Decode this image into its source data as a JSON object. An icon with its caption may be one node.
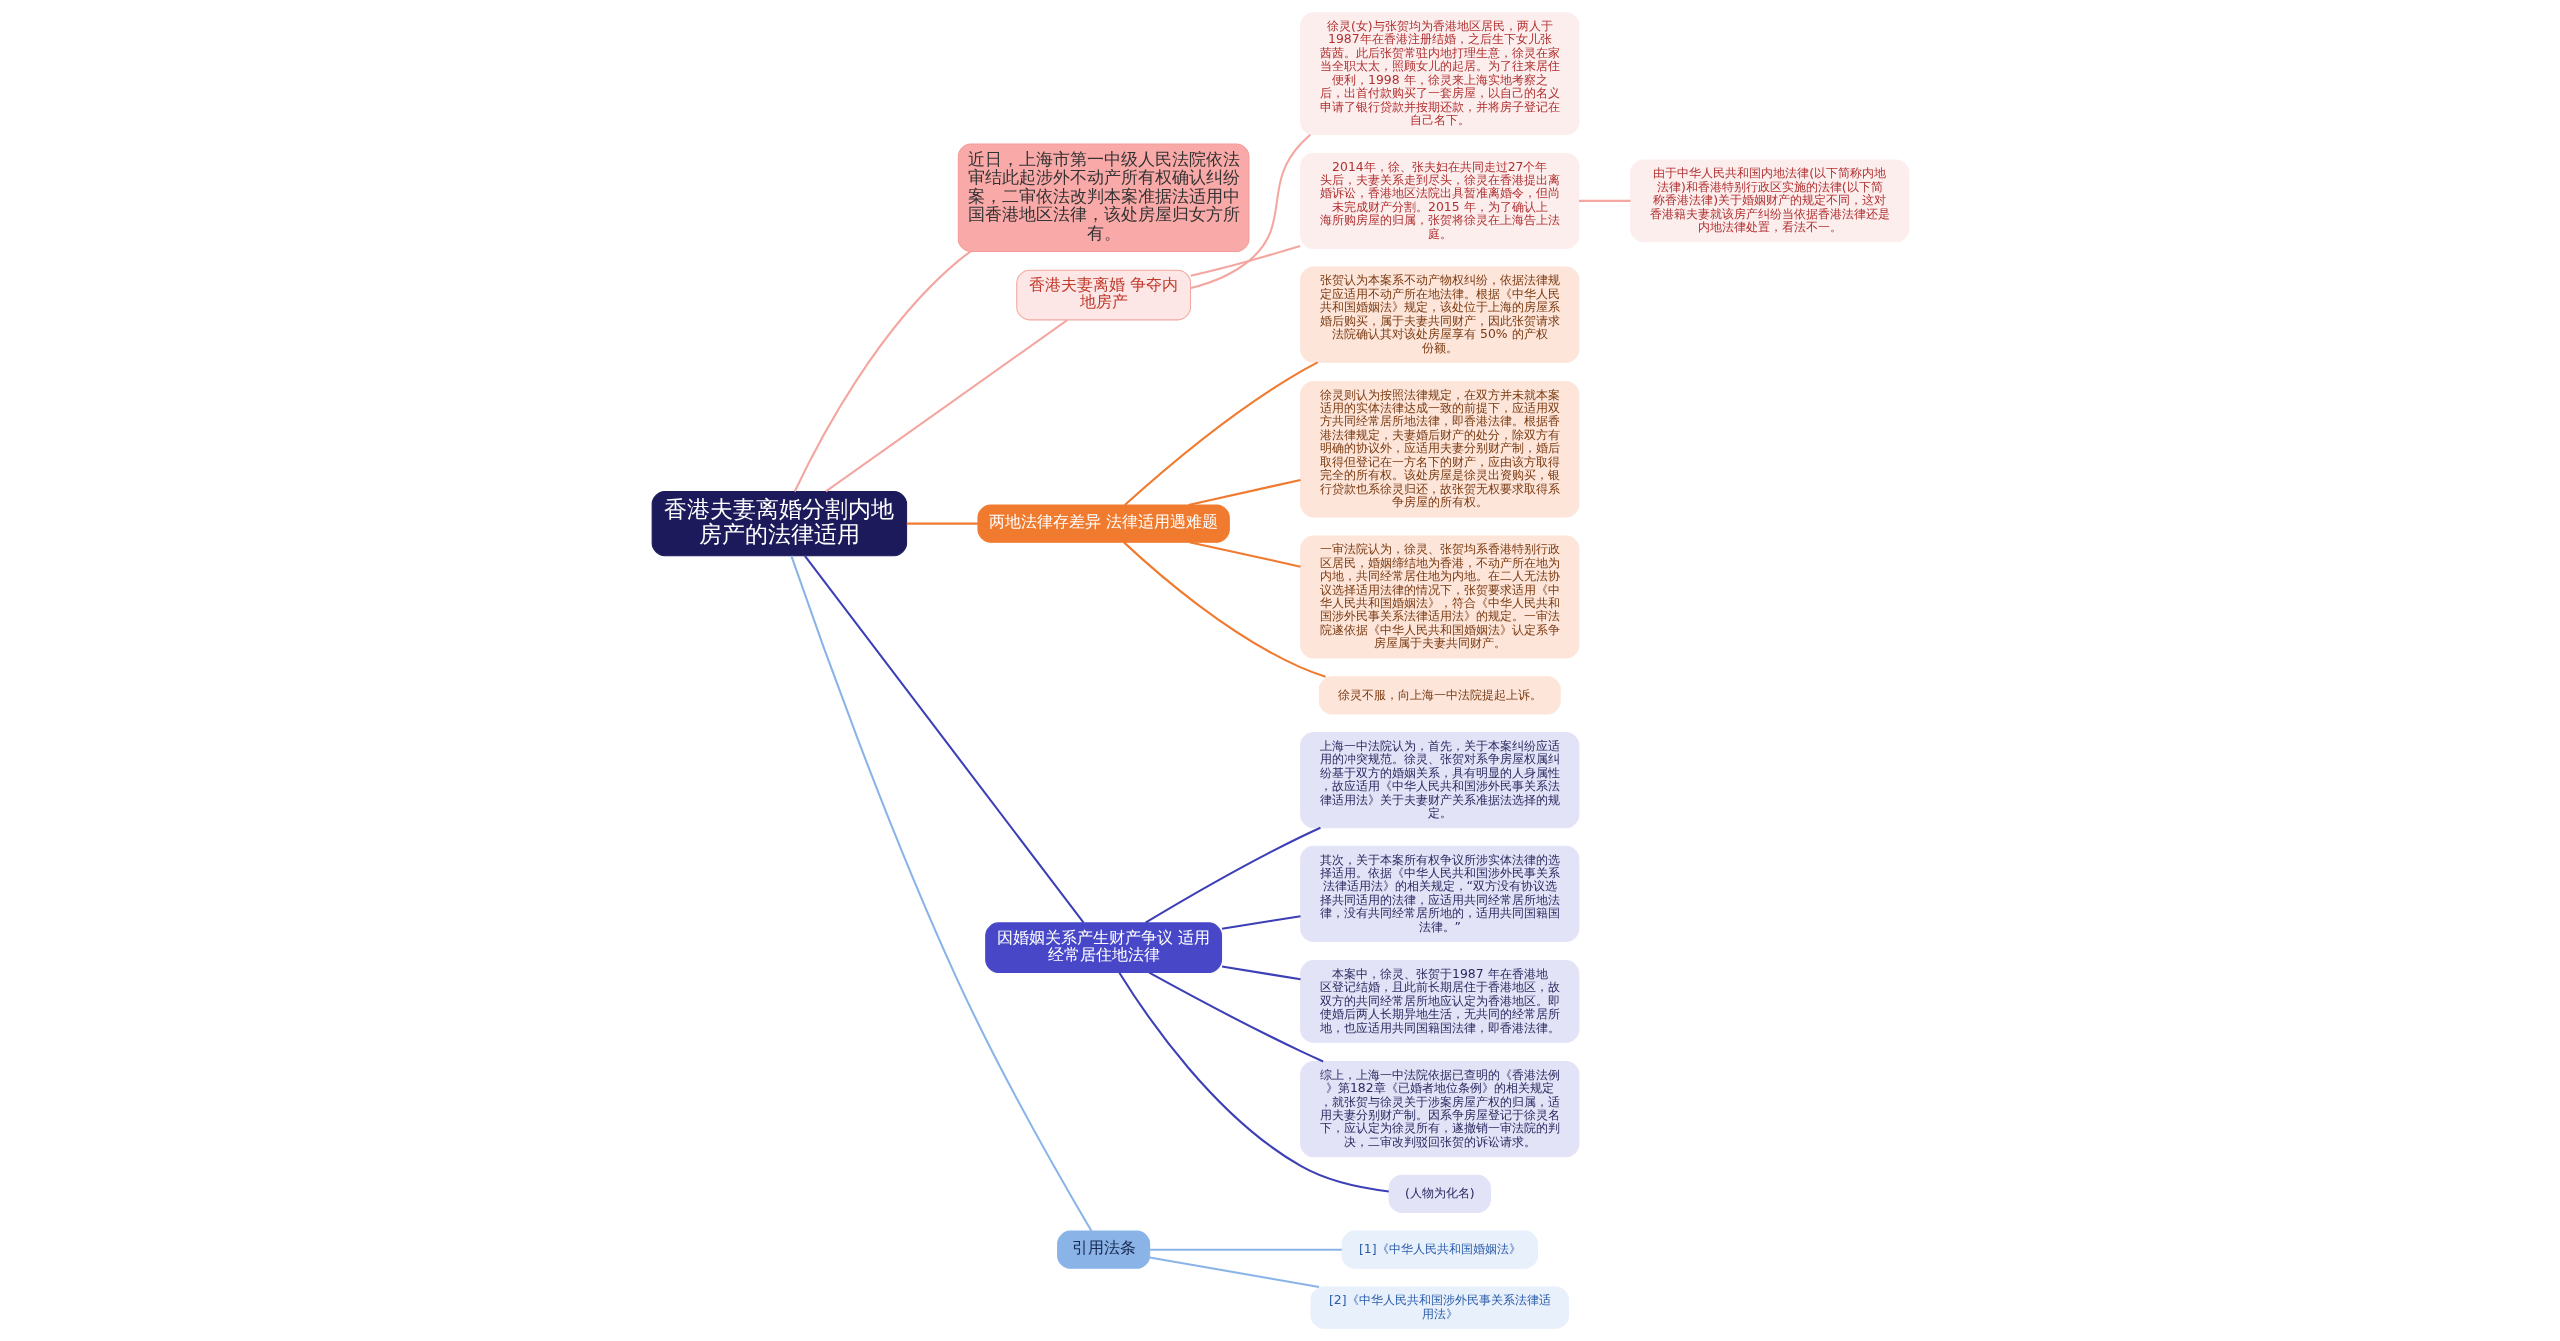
{
  "diagram": {
    "nodes": [
      {
        "text": [
          "香港夫妻离婚分割内地房产的法律适用"
        ]
      },
      {
        "text": [
          "近日，上海市第一中级人民法院依法审结此起涉外不动产所有权确认纠纷案，二审依法改判本案准据法适用中国香港地区法律，该处房屋归女方所有。"
        ]
      },
      {
        "text": [
          "香港夫妻离婚 争夺内地房产"
        ]
      },
      {
        "text": [
          "徐灵(女)与张贺均为香港地区居民，两人于1987年在香港注册结婚，之后生下女儿张茜茜。此后张贺常驻内地打理生意，徐灵在家当全职太太，照顾女儿的起居。为了往来居住便利，1998 年，徐灵来上海实地考察之后，出首付款购买了一套房屋，以自己的名义申请了银行贷款并按期还款，并将房子登记在自己名下。"
        ]
      },
      {
        "text": [
          "2014年，徐、张夫妇在共同走过27个年头后，夫妻关系走到尽头，徐灵在香港提出离婚诉讼，香港地区法院出具暂准离婚令，但尚未完成财产分割。2015 年，为了确认上海所购房屋的归属，张贺将徐灵在上海告上法庭。"
        ]
      },
      {
        "text": [
          "由于中华人民共和国内地法律(以下简称内地法律)和香港特别行政区实施的法律(以下简称香港法律)关于婚姻财产的规定不同，这对香港籍夫妻就该房产纠纷当依据香港法律还是内地法律处置，看法不一。"
        ]
      },
      {
        "text": [
          "两地法律存差异 法律适用遇难题"
        ]
      },
      {
        "text": [
          "张贺认为本案系不动产物权纠纷，依据法律规定应适用不动产所在地法律。根据《中华人民共和国婚姻法》规定，该处位于上海的房屋系婚后购买，属于夫妻共同财产，因此张贺请求法院确认其对该处房屋享有 50% 的产权份额。"
        ]
      },
      {
        "text": [
          "徐灵则认为按照法律规定，在双方并未就本案适用的实体法律达成一致的前提下，应适用双方共同经常居所地法律，即香港法律。根据香港法律规定，夫妻婚后财产的处分，除双方有明确的协议外，应适用夫妻分别财产制，婚后取得但登记在一方名下的财产，应由该方取得完全的所有权。该处房屋是徐灵出资购买，银行贷款也系徐灵归还，故张贺无权要求取得系争房屋的所有权。"
        ]
      },
      {
        "text": [
          "一审法院认为，徐灵、张贺均系香港特别行政区居民，婚姻缔结地为香港，不动产所在地为内地，共同经常居住地为内地。在二人无法协议选择适用法律的情况下，张贺要求适用《中华人民共和国婚姻法》，符合《中华人民共和国涉外民事关系法律适用法》的规定。一审法院遂依据《中华人民共和国婚姻法》认定系争房屋属于夫妻共同财产。"
        ]
      },
      {
        "text": [
          "徐灵不服，向上海一中法院提起上诉。"
        ]
      },
      {
        "text": [
          "因婚姻关系产生财产争议 适用经常居住地法律"
        ]
      },
      {
        "text": [
          "上海一中法院认为，首先，关于本案纠纷应适用的冲突规范。徐灵、张贺对系争房屋权属纠纷基于双方的婚姻关系，具有明显的人身属性，故应适用《中华人民共和国涉外民事关系法律适用法》关于夫妻财产关系准据法选择的规定。"
        ]
      },
      {
        "text": [
          "其次，关于本案所有权争议所涉实体法律的选择适用。依据《中华人民共和国涉外民事关系法律适用法》的相关规定，“双方没有协议选择共同适用的法律，应适用共同经常居所地法律，没有共同经常居所地的，适用共同国籍国法律。”"
        ]
      },
      {
        "text": [
          "本案中，徐灵、张贺于1987 年在香港地区登记结婚，且此前长期居住于香港地区，故双方的共同经常居所地应认定为香港地区。即使婚后两人长期异地生活，无共同的经常居所地，也应适用共同国籍国法律，即香港法律。"
        ]
      },
      {
        "text": [
          "综上，上海一中法院依据已查明的《香港法例》第182章《已婚者地位条例》的相关规定，就张贺与徐灵关于涉案房屋产权的归属，适用夫妻分别财产制。因系争房屋登记于徐灵名下，应认定为徐灵所有，遂撤销一审法院的判决，二审改判驳回张贺的诉讼请求。"
        ]
      },
      {
        "text": [
          "(人物为化名)"
        ]
      },
      {
        "text": [
          "引用法条"
        ]
      },
      {
        "text": [
          "[1]《中华人民共和国婚姻法》"
        ]
      },
      {
        "text": [
          "[2]《中华人民共和国涉外民事关系法律适用法》"
        ]
      }
    ],
    "edges": [
      {
        "from": 0,
        "to": 1,
        "arrow": "none",
        "color": "#f4a6a0"
      },
      {
        "from": 0,
        "to": 2,
        "arrow": "none",
        "color": "#f4a6a0"
      },
      {
        "from": 2,
        "to": 3,
        "arrow": "none",
        "color": "#f4a6a0"
      },
      {
        "from": 2,
        "to": 4,
        "arrow": "none",
        "color": "#f4a6a0"
      },
      {
        "from": 4,
        "to": 5,
        "arrow": "none",
        "color": "#f4a6a0"
      },
      {
        "from": 0,
        "to": 6,
        "arrow": "none",
        "color": "#f07a2e"
      },
      {
        "from": 6,
        "to": 7,
        "arrow": "none",
        "color": "#f07a2e"
      },
      {
        "from": 6,
        "to": 8,
        "arrow": "none",
        "color": "#f07a2e"
      },
      {
        "from": 6,
        "to": 9,
        "arrow": "none",
        "color": "#f07a2e"
      },
      {
        "from": 6,
        "to": 10,
        "arrow": "none",
        "color": "#f07a2e"
      },
      {
        "from": 0,
        "to": 11,
        "arrow": "none",
        "color": "#3c3fb5"
      },
      {
        "from": 11,
        "to": 12,
        "arrow": "none",
        "color": "#3c3fb5"
      },
      {
        "from": 11,
        "to": 13,
        "arrow": "none",
        "color": "#3c3fb5"
      },
      {
        "from": 11,
        "to": 14,
        "arrow": "none",
        "color": "#3c3fb5"
      },
      {
        "from": 11,
        "to": 15,
        "arrow": "none",
        "color": "#3c3fb5"
      },
      {
        "from": 11,
        "to": 16,
        "arrow": "none",
        "color": "#3c3fb5"
      },
      {
        "from": 0,
        "to": 17,
        "arrow": "none",
        "color": "#8ab4e8"
      },
      {
        "from": 17,
        "to": 18,
        "arrow": "none",
        "color": "#8ab4e8"
      },
      {
        "from": 17,
        "to": 19,
        "arrow": "none",
        "color": "#8ab4e8"
      }
    ]
  }
}
